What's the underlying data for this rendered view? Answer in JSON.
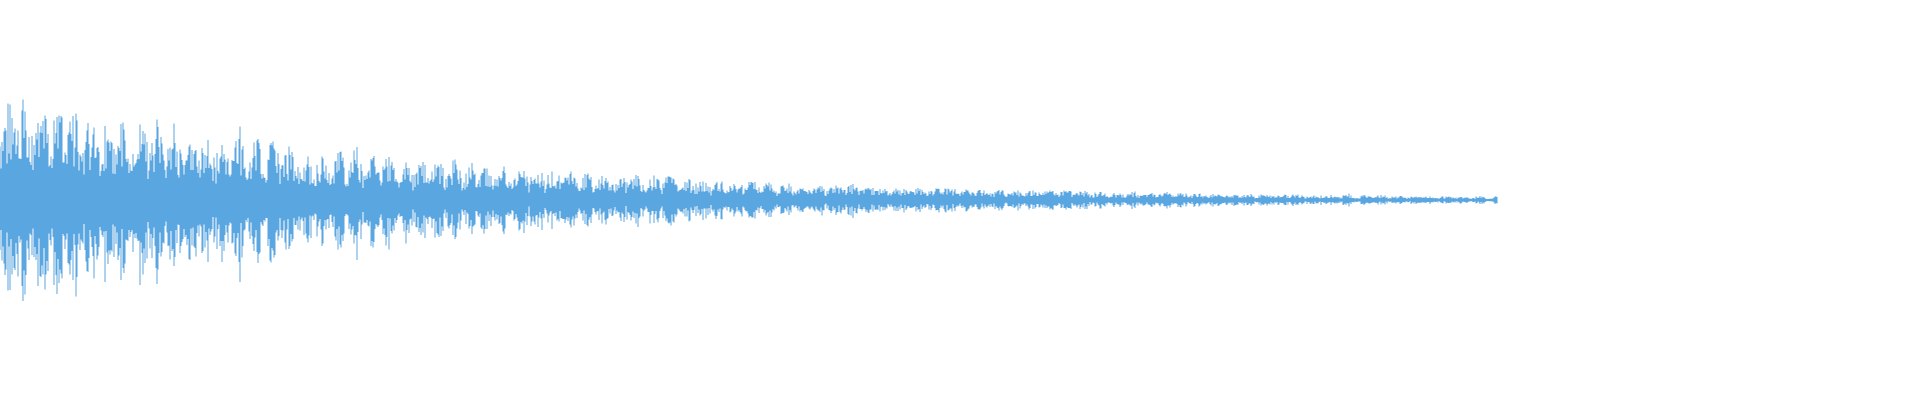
{
  "waveform": {
    "color": "#5aa6e0",
    "duration_fraction_with_audio": 0.78,
    "peak_amplitude": 0.58,
    "decay": "exponential"
  }
}
